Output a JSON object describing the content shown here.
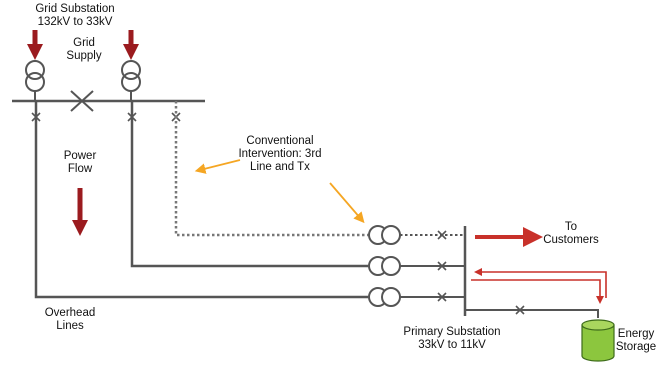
{
  "labels": {
    "grid_substation": "Grid Substation\n132kV to 33kV",
    "grid_supply": "Grid\nSupply",
    "power_flow": "Power\nFlow",
    "conventional_intervention": "Conventional\nIntervention: 3rd\nLine and Tx",
    "to_customers": "To\nCustomers",
    "overhead_lines": "Overhead\nLines",
    "primary_substation": "Primary Substation\n33kV to 11kV",
    "energy_storage": "Energy\nStorage"
  },
  "colors": {
    "line": "#555555",
    "dark_red_arrow": "#9b1b1f",
    "red_flow": "#c8312a",
    "orange_pointer": "#f5a623",
    "storage_fill": "#8cc63e",
    "storage_stroke": "#3d6b1a"
  }
}
